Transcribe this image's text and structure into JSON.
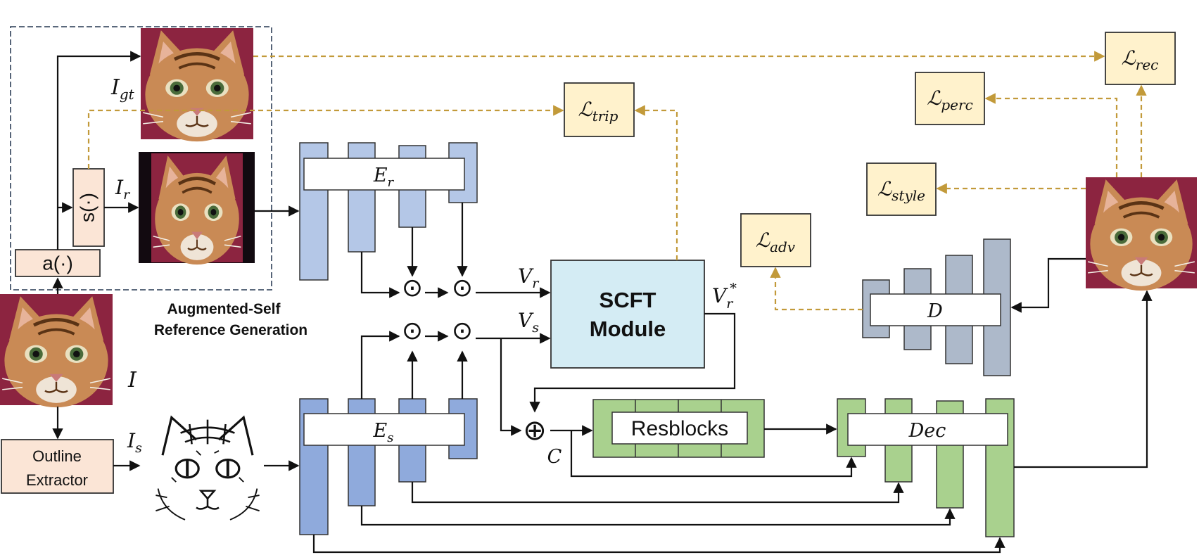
{
  "labels": {
    "I_gt": {
      "base": "I",
      "sub": "gt"
    },
    "I_r": {
      "base": "I",
      "sub": "r"
    },
    "I": {
      "base": "I"
    },
    "I_s": {
      "base": "I",
      "sub": "s"
    },
    "s_func": "s(·)",
    "a_func": "a(·)",
    "augmented_line1": "Augmented-Self",
    "augmented_line2": "Reference Generation",
    "outline_line1": "Outline",
    "outline_line2": "Extractor",
    "E_r": {
      "base": "E",
      "sub": "r"
    },
    "E_s": {
      "base": "E",
      "sub": "s"
    },
    "V_r": {
      "base": "V",
      "sub": "r"
    },
    "V_s": {
      "base": "V",
      "sub": "s"
    },
    "V_r_star": {
      "base": "V",
      "sub": "r",
      "sup": "*"
    },
    "scft_line1": "SCFT",
    "scft_line2": "Module",
    "resblocks": "Resblocks",
    "dec": "Dec",
    "D": "D",
    "C": "C",
    "odot": "⊙",
    "oplus": "⊕",
    "L_trip": {
      "base": "ℒ",
      "sub": "trip"
    },
    "L_rec": {
      "base": "ℒ",
      "sub": "rec"
    },
    "L_perc": {
      "base": "ℒ",
      "sub": "perc"
    },
    "L_style": {
      "base": "ℒ",
      "sub": "style"
    },
    "L_adv": {
      "base": "ℒ",
      "sub": "adv"
    }
  },
  "colors": {
    "encoder_ref": "#b4c7e7",
    "encoder_sketch": "#8faadc",
    "decoder_green": "#a9d18e",
    "discriminator": "#adb9ca",
    "scft": "#d4ecf4",
    "loss": "#fff2cc",
    "func_box": "#fbe5d6",
    "dashed_arrow": "#c29a3a",
    "cat_background": "#8c2440",
    "cat_fur": "#c98a55"
  },
  "icons": {
    "cat_photo": "cat-face-photo",
    "cat_sketch": "cat-face-sketch"
  }
}
